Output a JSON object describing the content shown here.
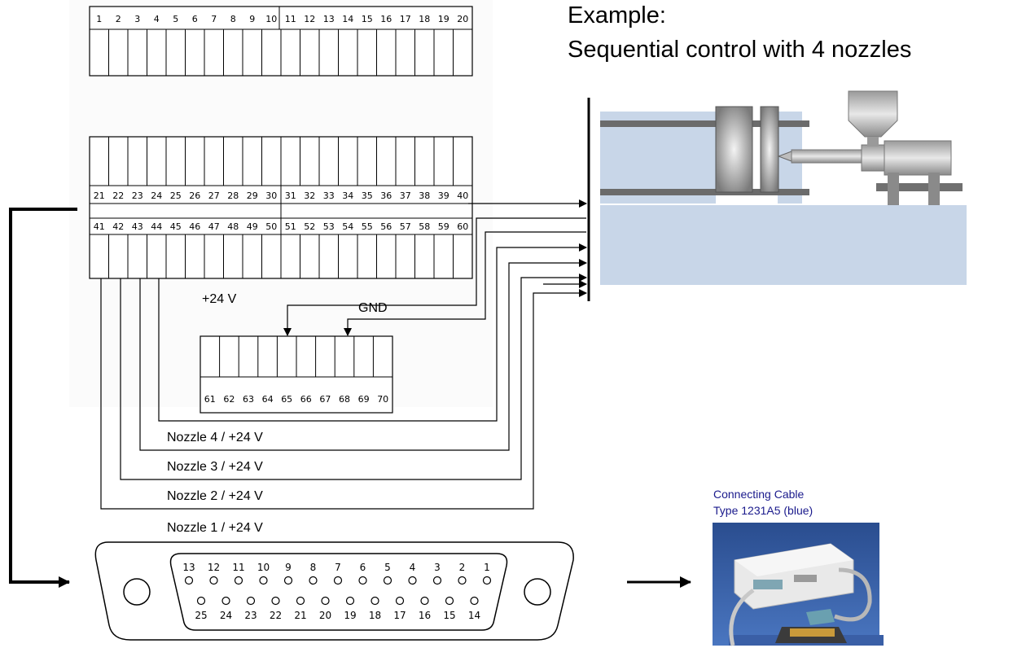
{
  "title_line1": "Example:",
  "title_line2": "Sequential control with 4 nozzles",
  "terminal_top_pins": [
    "1",
    "2",
    "3",
    "4",
    "5",
    "6",
    "7",
    "8",
    "9",
    "10",
    "11",
    "12",
    "13",
    "14",
    "15",
    "16",
    "17",
    "18",
    "19",
    "20"
  ],
  "terminal_mid_pins_row1": [
    "21",
    "22",
    "23",
    "24",
    "25",
    "26",
    "27",
    "28",
    "29",
    "30",
    "31",
    "32",
    "33",
    "34",
    "35",
    "36",
    "37",
    "38",
    "39",
    "40"
  ],
  "terminal_mid_pins_row2": [
    "41",
    "42",
    "43",
    "44",
    "45",
    "46",
    "47",
    "48",
    "49",
    "50",
    "51",
    "52",
    "53",
    "54",
    "55",
    "56",
    "57",
    "58",
    "59",
    "60"
  ],
  "terminal_small_pins": [
    "61",
    "62",
    "63",
    "64",
    "65",
    "66",
    "67",
    "68",
    "69",
    "70"
  ],
  "label_supply": "+24 V",
  "label_gnd": "GND",
  "nozzle_labels": [
    "Nozzle 4 / +24 V",
    "Nozzle 3 / +24 V",
    "Nozzle 2 / +24 V",
    "Nozzle 1 / +24 V"
  ],
  "dsub_top_pins": [
    "13",
    "12",
    "11",
    "10",
    "9",
    "8",
    "7",
    "6",
    "5",
    "4",
    "3",
    "2",
    "1"
  ],
  "dsub_bottom_pins": [
    "25",
    "24",
    "23",
    "22",
    "21",
    "20",
    "19",
    "18",
    "17",
    "16",
    "15",
    "14"
  ],
  "cable_label_line1": "Connecting Cable",
  "cable_label_line2": "Type 1231A5 (blue)",
  "colors": {
    "cable_text": "#1a1a8c",
    "machine_bg": "#c8d6e8",
    "wire": "#000000"
  }
}
